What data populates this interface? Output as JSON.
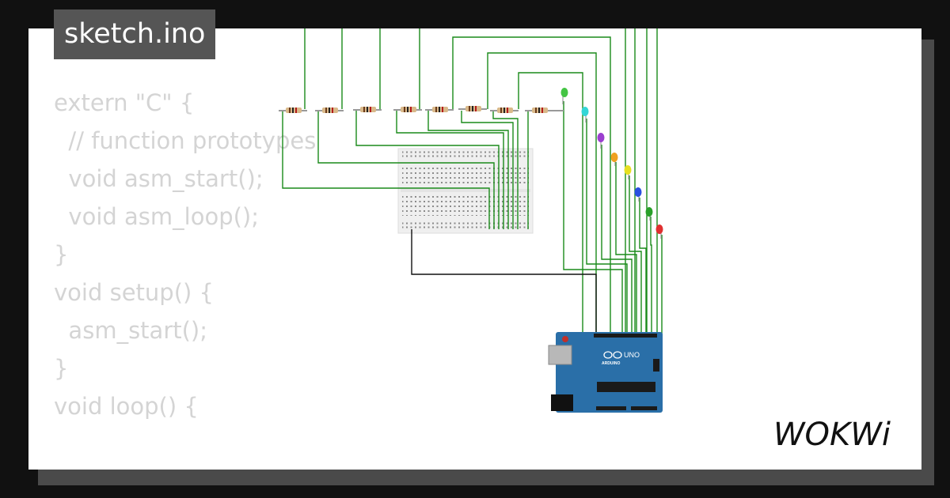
{
  "tab": {
    "filename": "sketch.ino"
  },
  "code": {
    "lines": [
      "extern \"C\" {",
      "  // function prototypes",
      "  void asm_start();",
      "  void asm_loop();",
      "}",
      "",
      "void setup() {",
      "  asm_start();",
      "}",
      "",
      "void loop() {"
    ]
  },
  "board": {
    "model": "UNO",
    "brand": "ARDUINO"
  },
  "brand_logo": "WOKWi",
  "colors": {
    "wire": "#1a8a1a",
    "ground_wire": "#111111",
    "board": "#2a6fa8",
    "code_text": "#d4d4d4",
    "tab_bg": "#555555"
  },
  "led_colors": [
    "#44c444",
    "#33d6d6",
    "#9b3fcf",
    "#f0a020",
    "#e6e020",
    "#2a4fe0",
    "#2aa02a",
    "#e03030"
  ]
}
